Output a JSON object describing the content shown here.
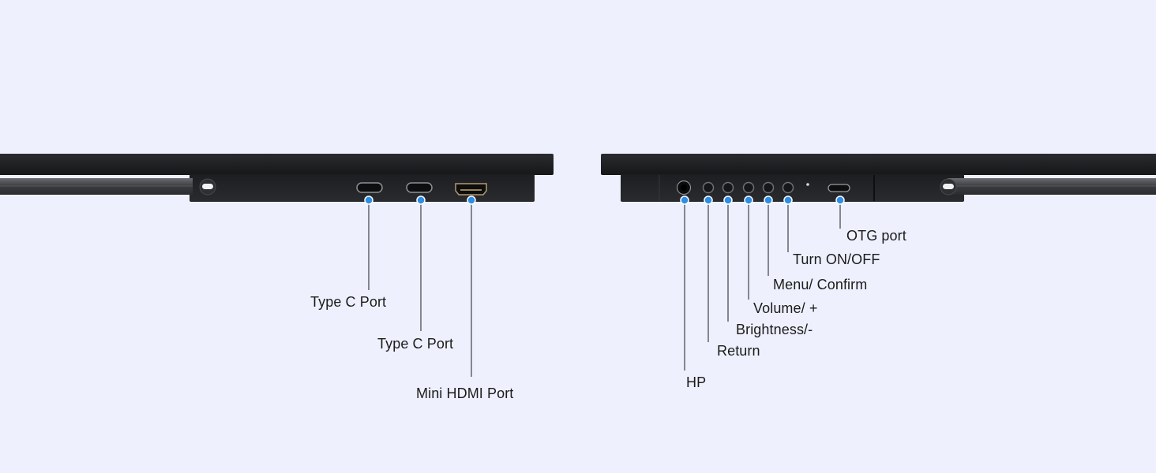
{
  "background_color": "#eef1fd",
  "device_color": "#1c1d1f",
  "accent_color": "#2d8ee6",
  "left_view": {
    "ports": [
      {
        "id": "type-c-port-1",
        "icon": "usb-c-icon",
        "label": "Type C Port"
      },
      {
        "id": "type-c-port-2",
        "icon": "usb-c-icon",
        "label": "Type C Port"
      },
      {
        "id": "mini-hdmi-port",
        "icon": "mini-hdmi-icon",
        "label": "Mini HDMI Port"
      }
    ]
  },
  "right_view": {
    "ports": [
      {
        "id": "hp-jack",
        "icon": "headphone-jack-icon",
        "label": "HP"
      },
      {
        "id": "return-button",
        "icon": "round-button-icon",
        "label": "Return"
      },
      {
        "id": "brightness-button",
        "icon": "round-button-icon",
        "label": "Brightness/-"
      },
      {
        "id": "volume-button",
        "icon": "round-button-icon",
        "label": "Volume/ +"
      },
      {
        "id": "menu-button",
        "icon": "round-button-icon",
        "label": "Menu/ Confirm"
      },
      {
        "id": "power-button",
        "icon": "round-button-icon",
        "label": "Turn ON/OFF"
      },
      {
        "id": "otg-port",
        "icon": "usb-c-icon",
        "label": "OTG port"
      }
    ]
  }
}
